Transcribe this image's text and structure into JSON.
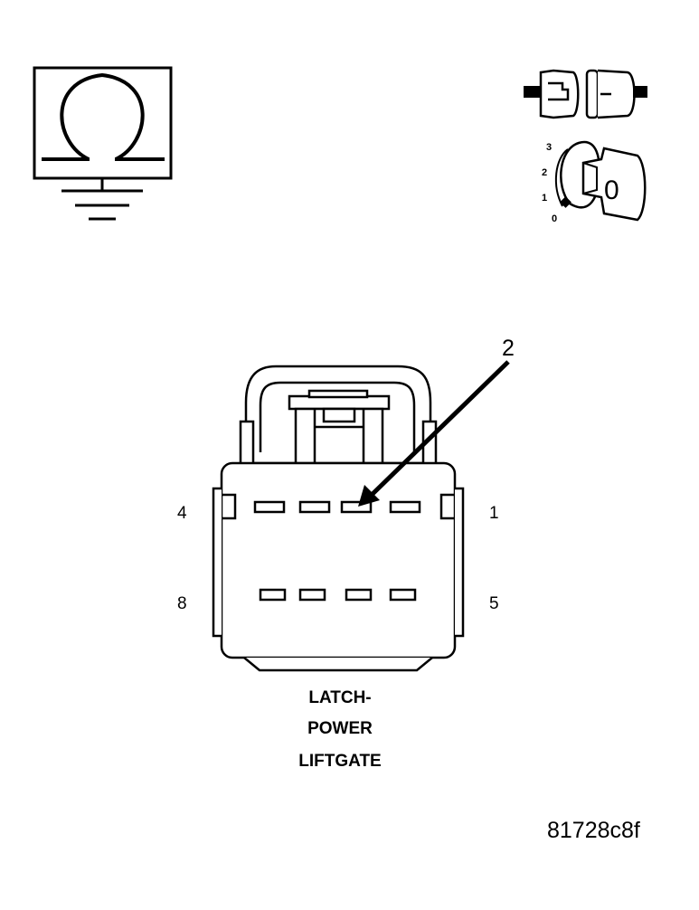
{
  "ohmmeter": {
    "symbol": "Ω"
  },
  "ignition": {
    "positions": [
      "3",
      "2",
      "1",
      "0"
    ],
    "key_position": "0"
  },
  "connector": {
    "pin_labels": {
      "top_left": "4",
      "top_right": "1",
      "bottom_left": "8",
      "bottom_right": "5"
    },
    "callout": "2"
  },
  "caption": {
    "line1": "LATCH-",
    "line2": "POWER",
    "line3": "LIFTGATE"
  },
  "figure_id": "81728c8f"
}
